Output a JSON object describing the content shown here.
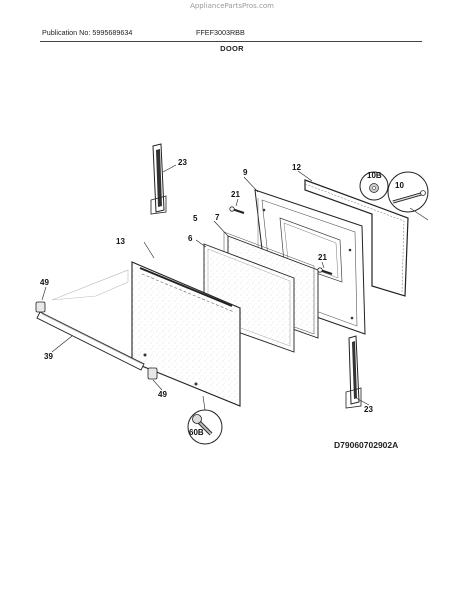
{
  "header": {
    "site_url": "AppliancePartsPros.com",
    "publication": "Publication No: 5995689634",
    "model": "FFEF3003RBB",
    "section_title": "DOOR"
  },
  "diagram": {
    "code": "D79060702902A",
    "callouts": {
      "c5": "5",
      "c6": "6",
      "c7": "7",
      "c9": "9",
      "c10": "10",
      "c10b": "10B",
      "c12": "12",
      "c13": "13",
      "c21a": "21",
      "c21b": "21",
      "c23a": "23",
      "c23b": "23",
      "c39": "39",
      "c49a": "49",
      "c49b": "49",
      "c60b": "60B"
    }
  }
}
